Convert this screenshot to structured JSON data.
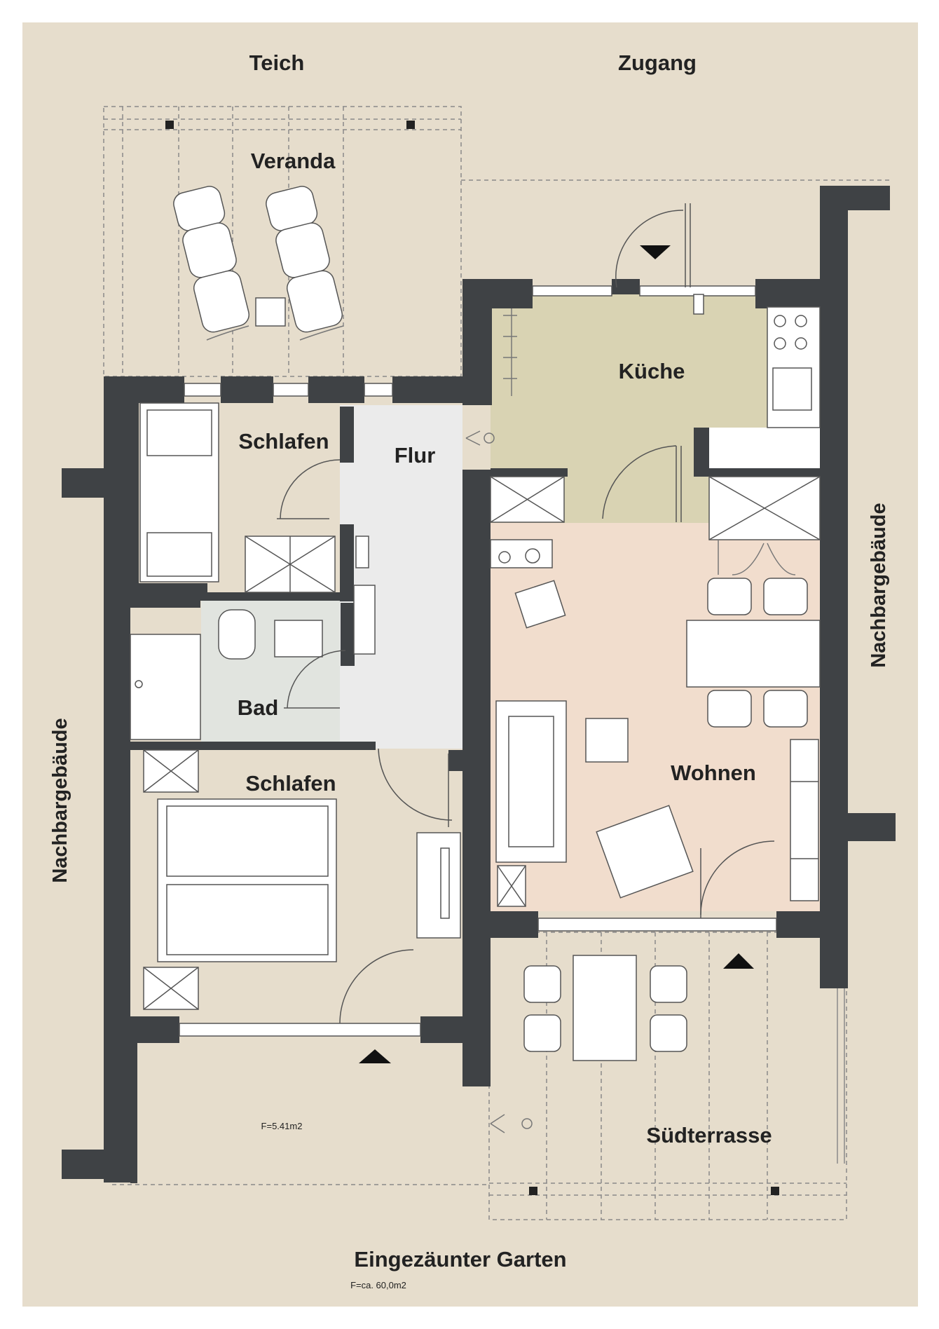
{
  "colors": {
    "background": "#e6ddcc",
    "wall": "#3f4245",
    "kitchen": "#d9d3b3",
    "living": "#f1ddcd",
    "hall": "#ebebeb",
    "bath": "#e1e4df",
    "furniture": "#ffffff",
    "outline": "#555555"
  },
  "labels": {
    "teich": "Teich",
    "zugang": "Zugang",
    "veranda": "Veranda",
    "kueche": "Küche",
    "schlafen_top": "Schlafen",
    "flur": "Flur",
    "bad": "Bad",
    "schlafen_bottom": "Schlafen",
    "wohnen": "Wohnen",
    "suedterrasse": "Südterrasse",
    "nachbar_left": "Nachbargebäude",
    "nachbar_right": "Nachbargebäude",
    "area_small": "F=5.41m2",
    "garten": "Eingezäunter Garten",
    "garten_area": "F=ca. 60,0m2"
  },
  "icons": {
    "entrance_arrows": "triangle-arrow-icon",
    "appliances": "stove-icon"
  }
}
